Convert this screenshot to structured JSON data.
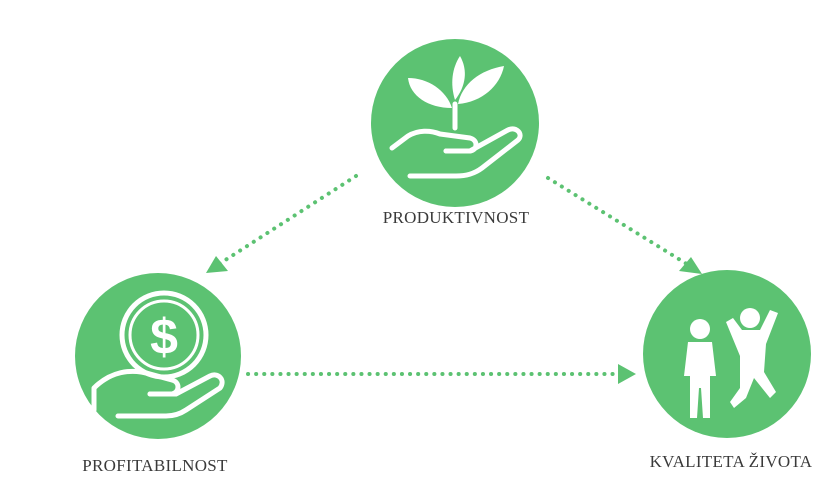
{
  "colors": {
    "green": "#5cc272",
    "arrow": "#5cc272",
    "icon": "#ffffff",
    "label": "#3a3a3a"
  },
  "nodes": {
    "productivity": {
      "label": "PRODUKTIVNOST",
      "icon": "plant-in-hand-icon"
    },
    "profitability": {
      "label": "PROFITABILNOST",
      "icon": "dollar-coin-in-hand-icon"
    },
    "quality": {
      "label": "KVALITETA ŽIVOTA",
      "icon": "happy-people-icon"
    }
  },
  "edges": [
    {
      "from": "PRODUKTIVNOST",
      "to": "PROFITABILNOST"
    },
    {
      "from": "PRODUKTIVNOST",
      "to": "KVALITETA ŽIVOTA"
    },
    {
      "from": "PROFITABILNOST",
      "to": "KVALITETA ŽIVOTA"
    }
  ]
}
